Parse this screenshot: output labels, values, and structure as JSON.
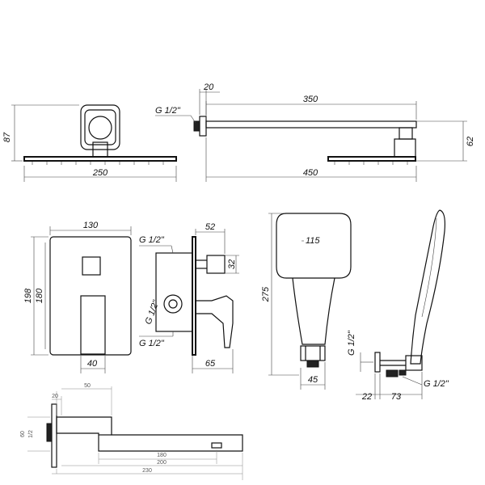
{
  "dims": {
    "top_left_height": "87",
    "top_left_width": "250",
    "arm_flange": "20",
    "arm_thread": "G 1/2\"",
    "arm_length": "350",
    "arm_drop": "62",
    "arm_total": "450",
    "mixer_width": "130",
    "mixer_h_outer": "198",
    "mixer_h_inner": "180",
    "mixer_lever": "40",
    "side_thread_top": "G 1/2\"",
    "side_depth": "52",
    "side_outlet": "32",
    "side_thread_left": "G 1/2\"",
    "side_thread_bottom": "G 1/2\"",
    "side_protrusion": "65",
    "hand_height": "275",
    "hand_head": "115",
    "hand_base": "45",
    "holder_thread_v": "G 1/2\"",
    "holder_offset": "22",
    "holder_depth": "73",
    "holder_thread": "G 1/2\"",
    "spout_50": "50",
    "spout_20": "20",
    "spout_60": "60",
    "spout_thread": "1/2",
    "spout_180": "180",
    "spout_200": "200",
    "spout_230": "230"
  }
}
